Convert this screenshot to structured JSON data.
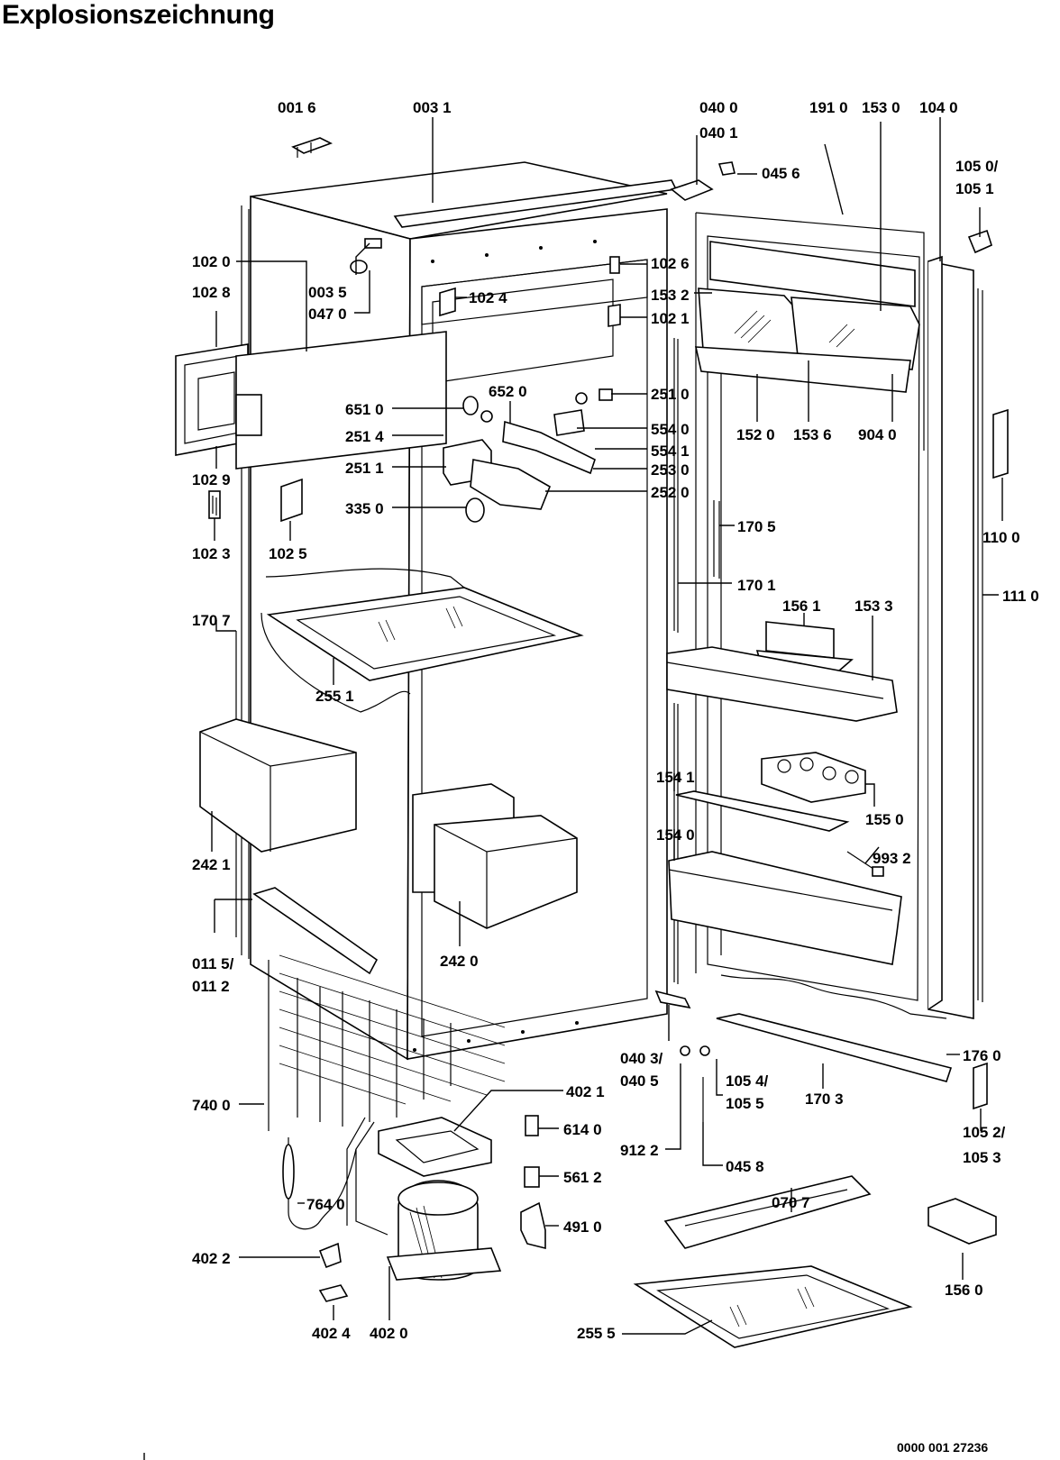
{
  "title": "Explosionszeichnung",
  "document_number": "0000 001 27236",
  "part_labels": [
    "001 6",
    "003 1",
    "040 0",
    "040 1",
    "045 6",
    "191 0",
    "153 0",
    "104 0",
    "105 0/",
    "105 1",
    "102 0",
    "102 6",
    "102 8",
    "003 5",
    "047 0",
    "102 4",
    "153 2",
    "102 1",
    "652 0",
    "651 0",
    "251 0",
    "251 4",
    "554 0",
    "554 1",
    "251 1",
    "253 0",
    "252 0",
    "152 0",
    "153 6",
    "904 0",
    "102 9",
    "335 0",
    "102 3",
    "102 5",
    "170 5",
    "110 0",
    "170 1",
    "111 0",
    "170 7",
    "156 1",
    "153 3",
    "255 1",
    "154 1",
    "155 0",
    "154 0",
    "993 2",
    "242 1",
    "242 0",
    "011 5/",
    "011 2",
    "176 0",
    "040 3/",
    "040 5",
    "105 4/",
    "105 5",
    "170 3",
    "402 1",
    "740 0",
    "912 2",
    "614 0",
    "045 8",
    "105 2/",
    "105 3",
    "764 0",
    "561 2",
    "070 7",
    "491 0",
    "402 2",
    "156 0",
    "402 4",
    "402 0",
    "255 5"
  ]
}
